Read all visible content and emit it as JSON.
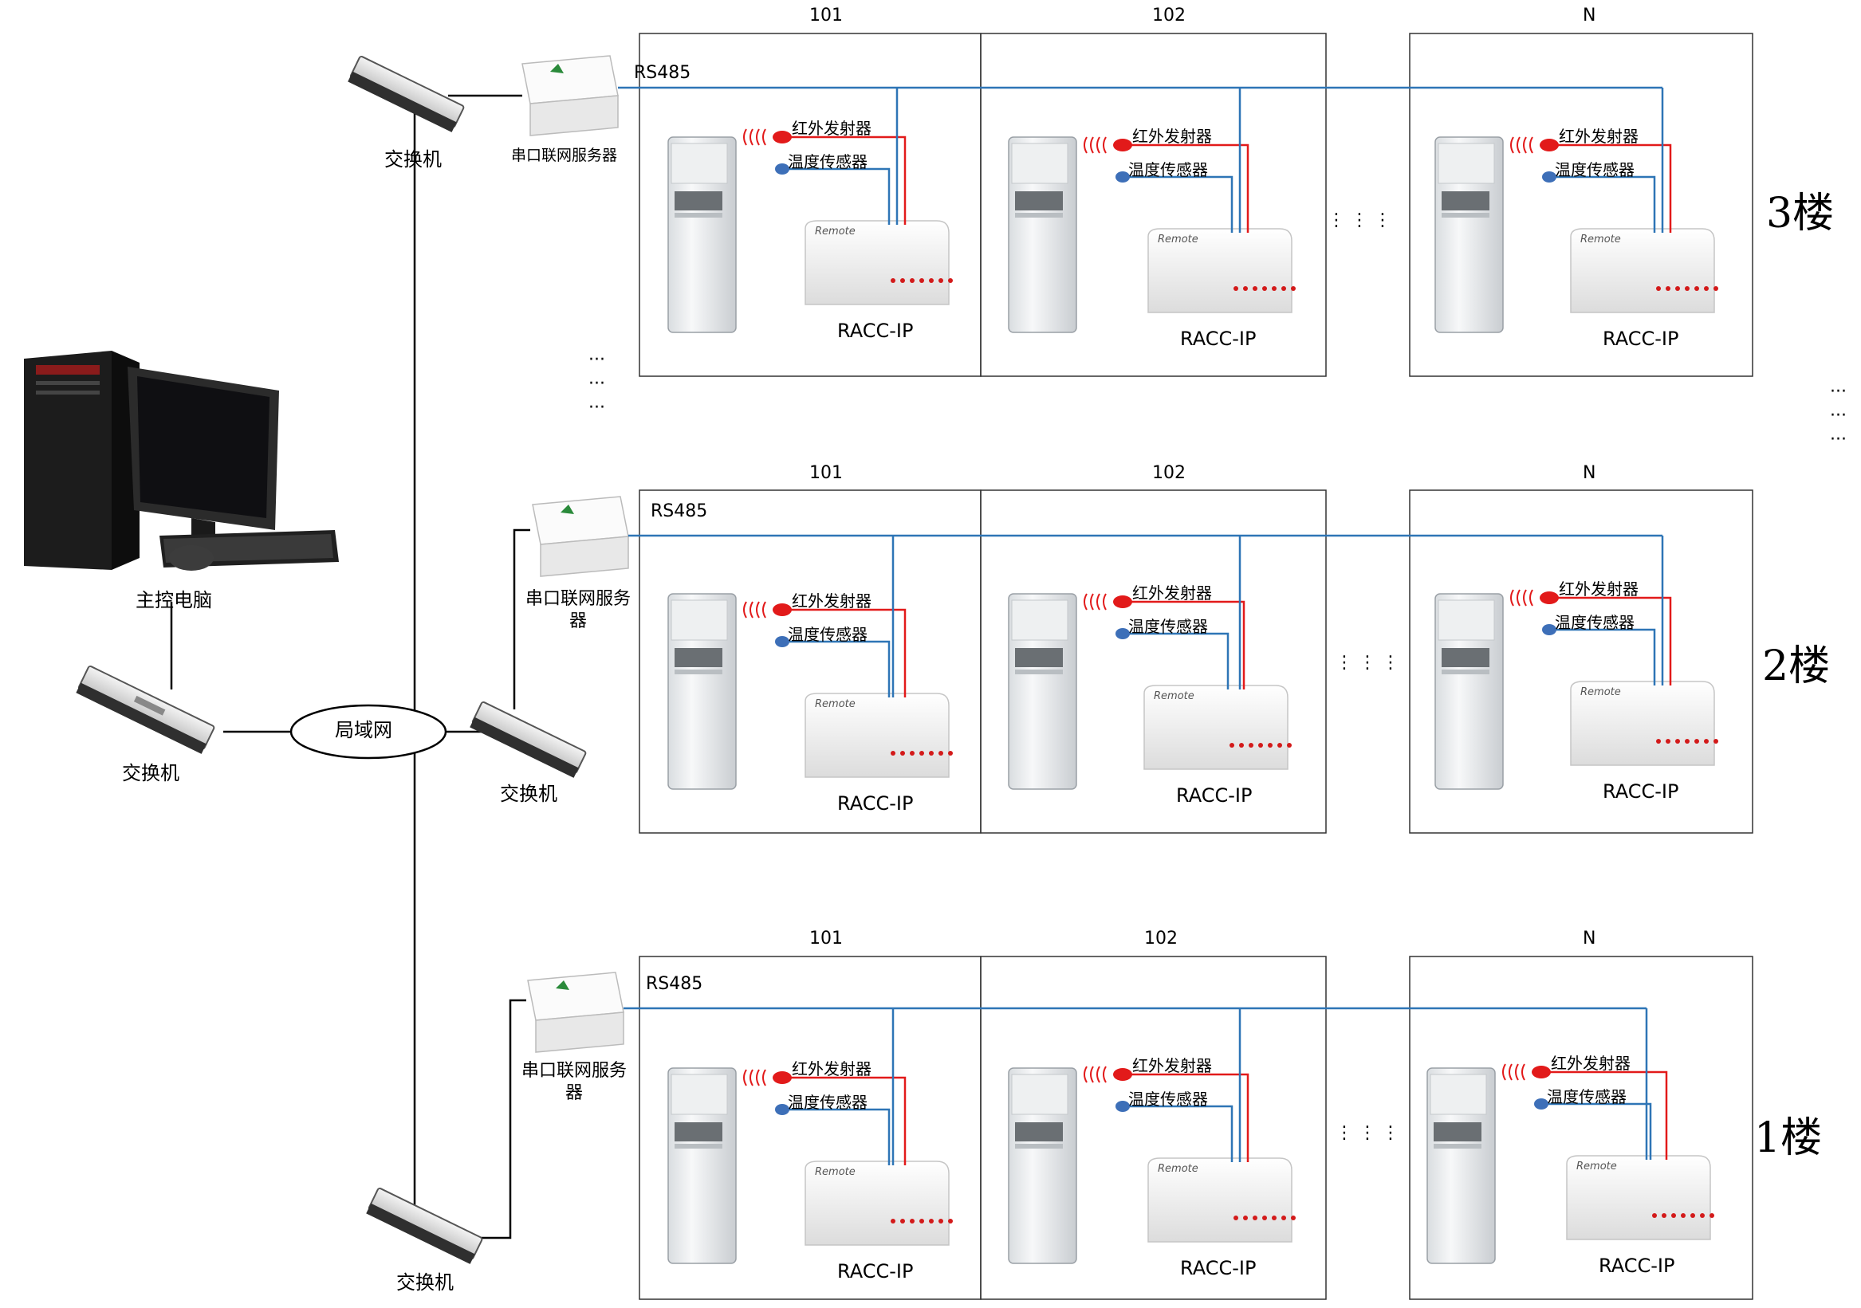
{
  "floors": [
    {
      "label": "3楼",
      "server_label": "串口联网服务器"
    },
    {
      "label": "2楼",
      "server_label": "串口联网服务器"
    },
    {
      "label": "1楼",
      "server_label": "串口联网服务器"
    }
  ],
  "rooms": [
    "101",
    "102",
    "N"
  ],
  "bus_label": "RS485",
  "ir_label": "红外发射器",
  "temp_label": "温度传感器",
  "controller_label": "RACC-IP",
  "controller_brand": "Remote",
  "switch_label": "交换机",
  "lan_label": "局域网",
  "pc_label": "主控电脑",
  "ellipsis_h": "⋮ ⋮ ⋮",
  "ellipsis_v": "···"
}
